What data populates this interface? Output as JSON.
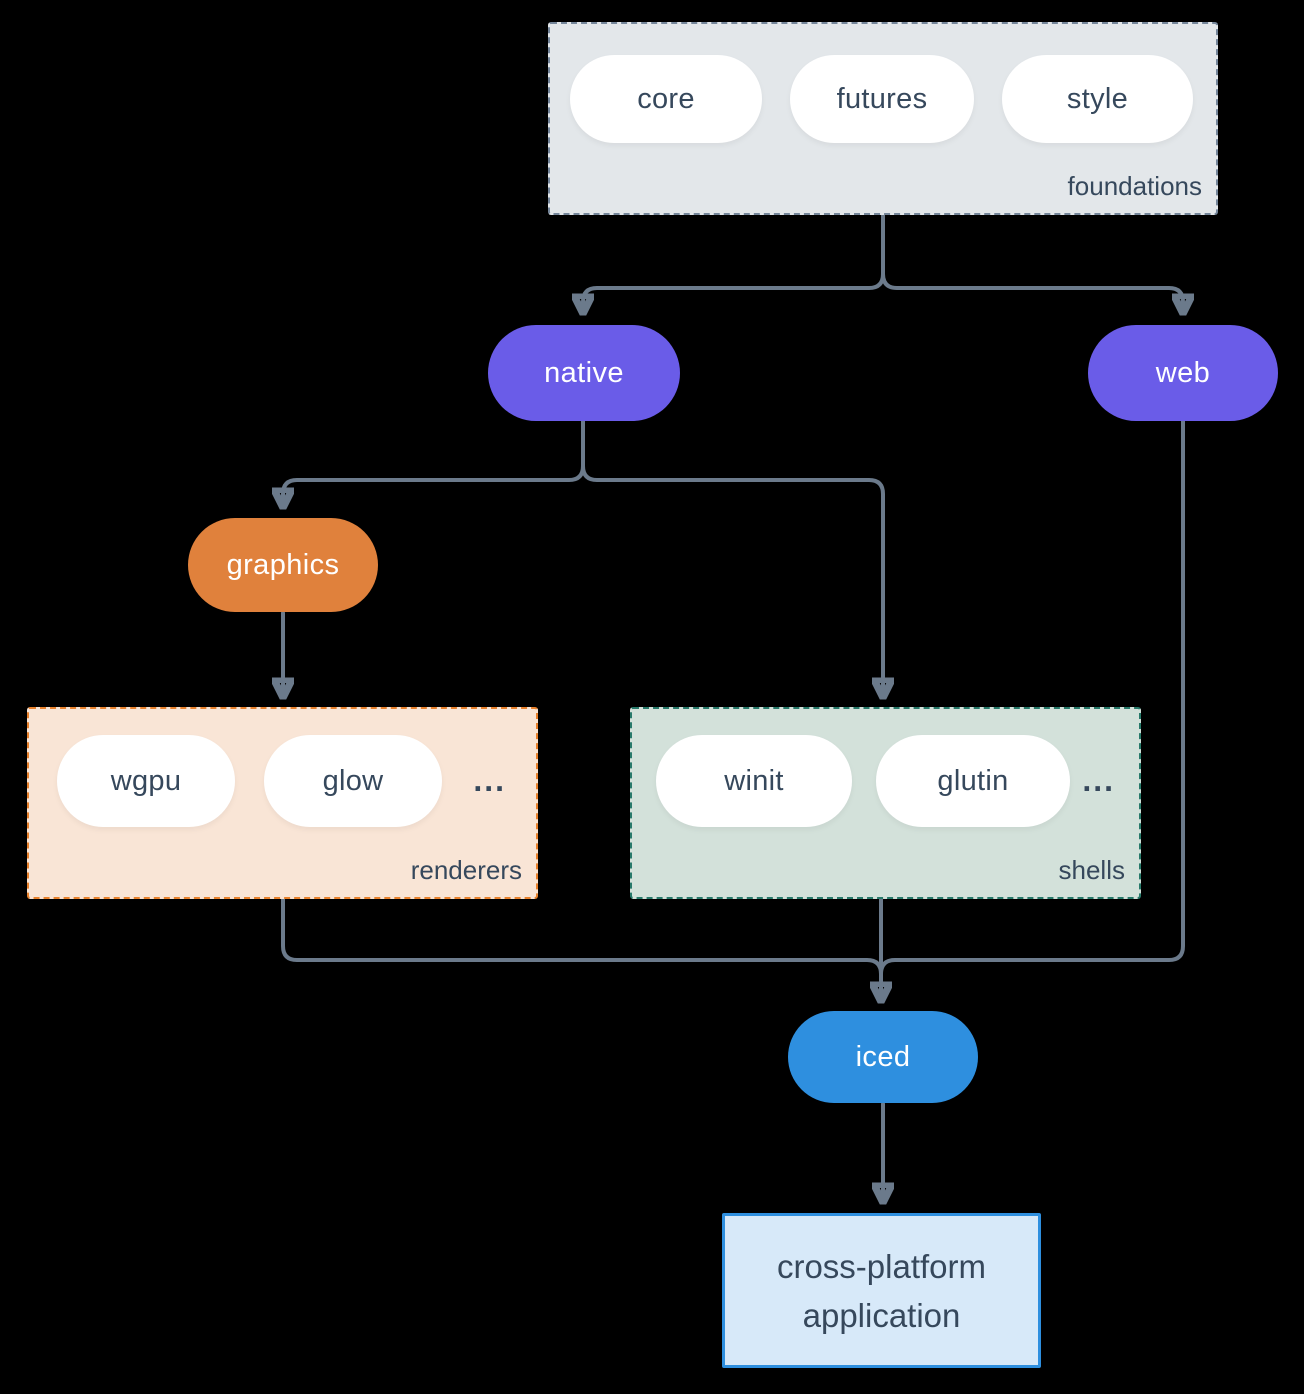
{
  "diagram": {
    "foundations": {
      "label": "foundations",
      "pills": [
        "core",
        "futures",
        "style"
      ]
    },
    "native": {
      "label": "native"
    },
    "web": {
      "label": "web"
    },
    "graphics": {
      "label": "graphics"
    },
    "renderers": {
      "label": "renderers",
      "pills": [
        "wgpu",
        "glow"
      ],
      "ellipsis": "..."
    },
    "shells": {
      "label": "shells",
      "pills": [
        "winit",
        "glutin"
      ],
      "ellipsis": "..."
    },
    "iced": {
      "label": "iced"
    },
    "application": {
      "line1": "cross-platform",
      "line2": "application"
    },
    "colors": {
      "background": "#000000",
      "connector": "#6b7a8b",
      "node_purple": "#6a5ce8",
      "node_orange": "#e0813c",
      "node_blue": "#2e8fdf",
      "foundations_fill": "#e3e7ea",
      "foundations_border": "#75869a",
      "renderers_fill": "#f9e5d6",
      "renderers_border": "#e8812c",
      "shells_fill": "#d3e1da",
      "shells_border": "#27796a",
      "application_fill": "#d7e9f9",
      "application_border": "#2e8fdf",
      "text_dark": "#36485c",
      "text_light": "#ffffff"
    }
  }
}
